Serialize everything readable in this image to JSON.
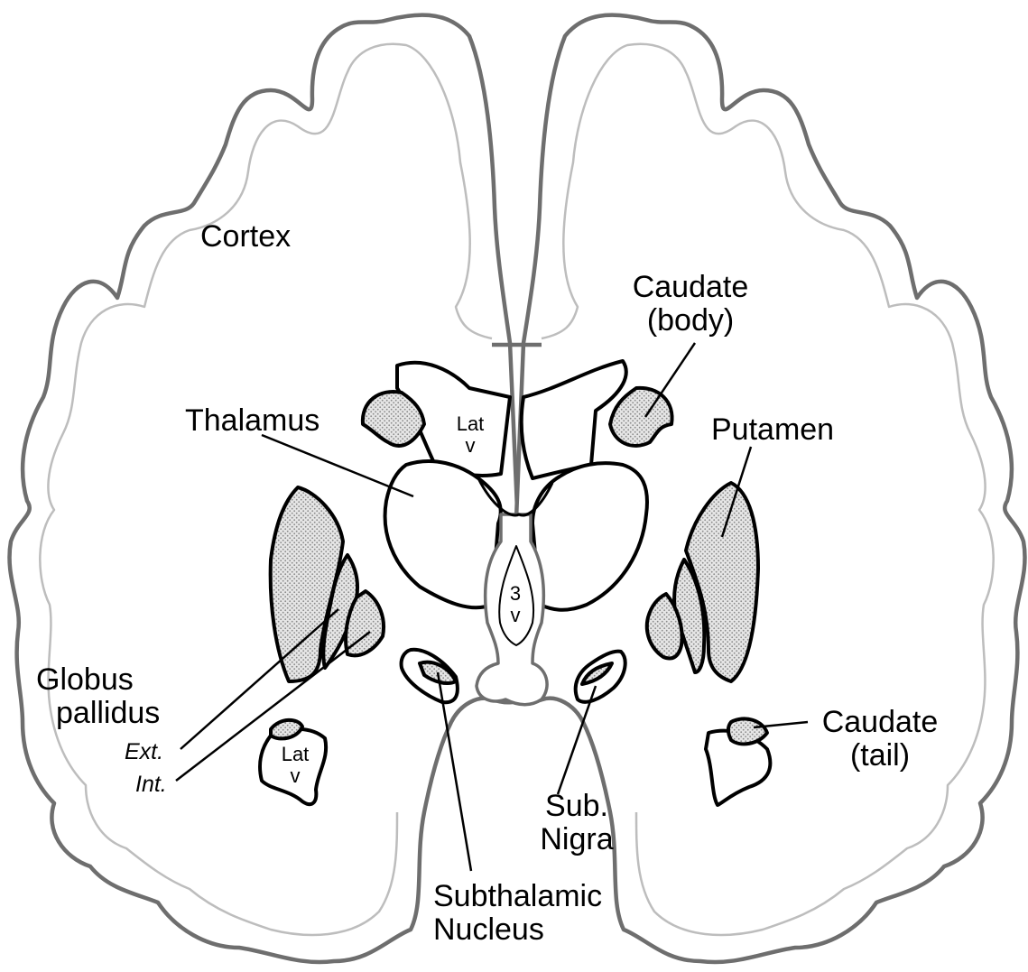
{
  "labels": {
    "cortex": "Cortex",
    "caudate_body_1": "Caudate",
    "caudate_body_2": "(body)",
    "thalamus": "Thalamus",
    "putamen": "Putamen",
    "lat_v": "Lat",
    "lat_v2": "v",
    "third_v_1": "3",
    "third_v_2": "v",
    "globus_1": "Globus",
    "globus_2": "pallidus",
    "ext": "Ext.",
    "int": "Int.",
    "caudate_tail_1": "Caudate",
    "caudate_tail_2": "(tail)",
    "sub_nigra_1": "Sub.",
    "sub_nigra_2": "Nigra",
    "subthalamic_1": "Subthalamic",
    "subthalamic_2": "Nucleus"
  }
}
